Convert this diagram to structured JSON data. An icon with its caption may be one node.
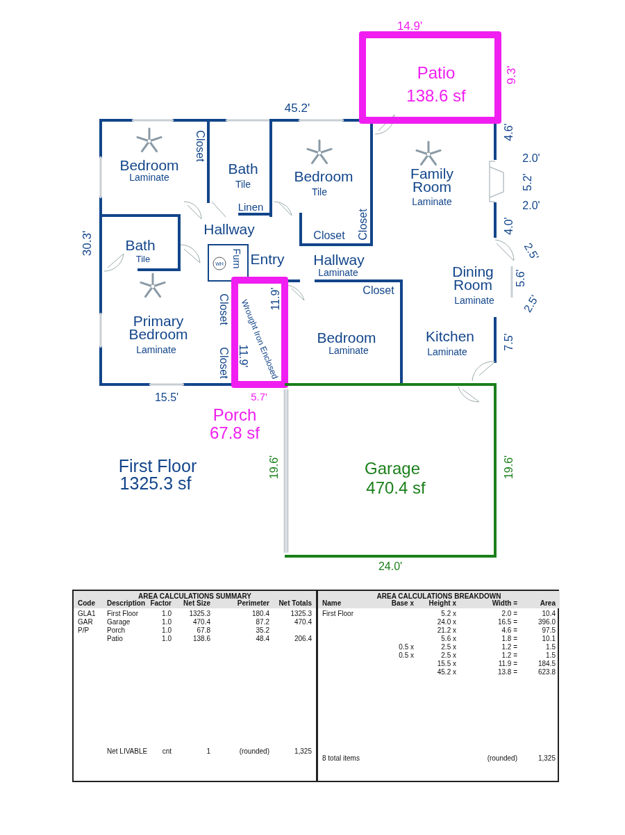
{
  "diagram": {
    "nodes": [
      {
        "text": [
          "Patio",
          "138.6 sf"
        ]
      },
      {
        "text": [
          "Wrought Iron Enclosed"
        ],
        "beside": [
          "Porch",
          "67.8 sf"
        ]
      },
      {
        "text": [
          "Garage",
          "470.4 sf"
        ]
      }
    ],
    "labels": [
      "14.9'",
      "9.3'",
      "45.2'",
      "4.6'",
      "2.0'",
      "5.2'",
      "2.0'",
      "4.0'",
      "2.5'",
      "5.6'",
      "2.5'",
      "7.5'",
      "30.3'",
      "Bedroom",
      "Laminate",
      "Closet",
      "Bath",
      "Tile",
      "Linen",
      "Bedroom",
      "Tile",
      "Closet",
      "Closet",
      "Family Room",
      "Laminate",
      "Hallway",
      "Bath",
      "Tile",
      "WH",
      "Furn",
      "Entry",
      "Hallway",
      "Laminate",
      "Closet",
      "Dining Room",
      "Laminate",
      "Closet",
      "11.9'",
      "Primary Bedroom",
      "Laminate",
      "Bedroom",
      "Laminate",
      "Kitchen",
      "Laminate",
      "Closet",
      "11.9'",
      "15.5'",
      "5.7'",
      "First Floor",
      "1325.3 sf",
      "19.6'",
      "19.6'",
      "24.0'",
      "AREA CALCULATIONS SUMMARY",
      "Code",
      "Description",
      "Factor",
      "Net Size",
      "Perimeter",
      "Net Totals",
      "GLA1",
      "First Floor",
      "1.0",
      "1325.3",
      "180.4",
      "1325.3",
      "GAR",
      "Garage",
      "1.0",
      "470.4",
      "87.2",
      "470.4",
      "P/P",
      "Porch",
      "1.0",
      "67.8",
      "35.2",
      "Patio",
      "1.0",
      "138.6",
      "48.4",
      "206.4",
      "Net LIVABLE",
      "cnt",
      "1",
      "(rounded)",
      "1,325",
      "AREA CALCULATIONS BREAKDOWN",
      "Name",
      "Base x",
      "Height x",
      "Width =",
      "Area",
      "First Floor",
      "5.2 x",
      "2.0 =",
      "10.4",
      "24.0 x",
      "16.5 =",
      "396.0",
      "21.2 x",
      "4.6 =",
      "97.5",
      "5.6 x",
      "1.8 =",
      "10.1",
      "0.5 x",
      "2.5 x",
      "1.2 =",
      "1.5",
      "0.5 x",
      "2.5 x",
      "1.2 =",
      "1.5",
      "15.5 x",
      "11.9 =",
      "184.5",
      "45.2 x",
      "13.8 =",
      "623.8",
      "8 total items",
      "(rounded)",
      "1,325"
    ]
  }
}
